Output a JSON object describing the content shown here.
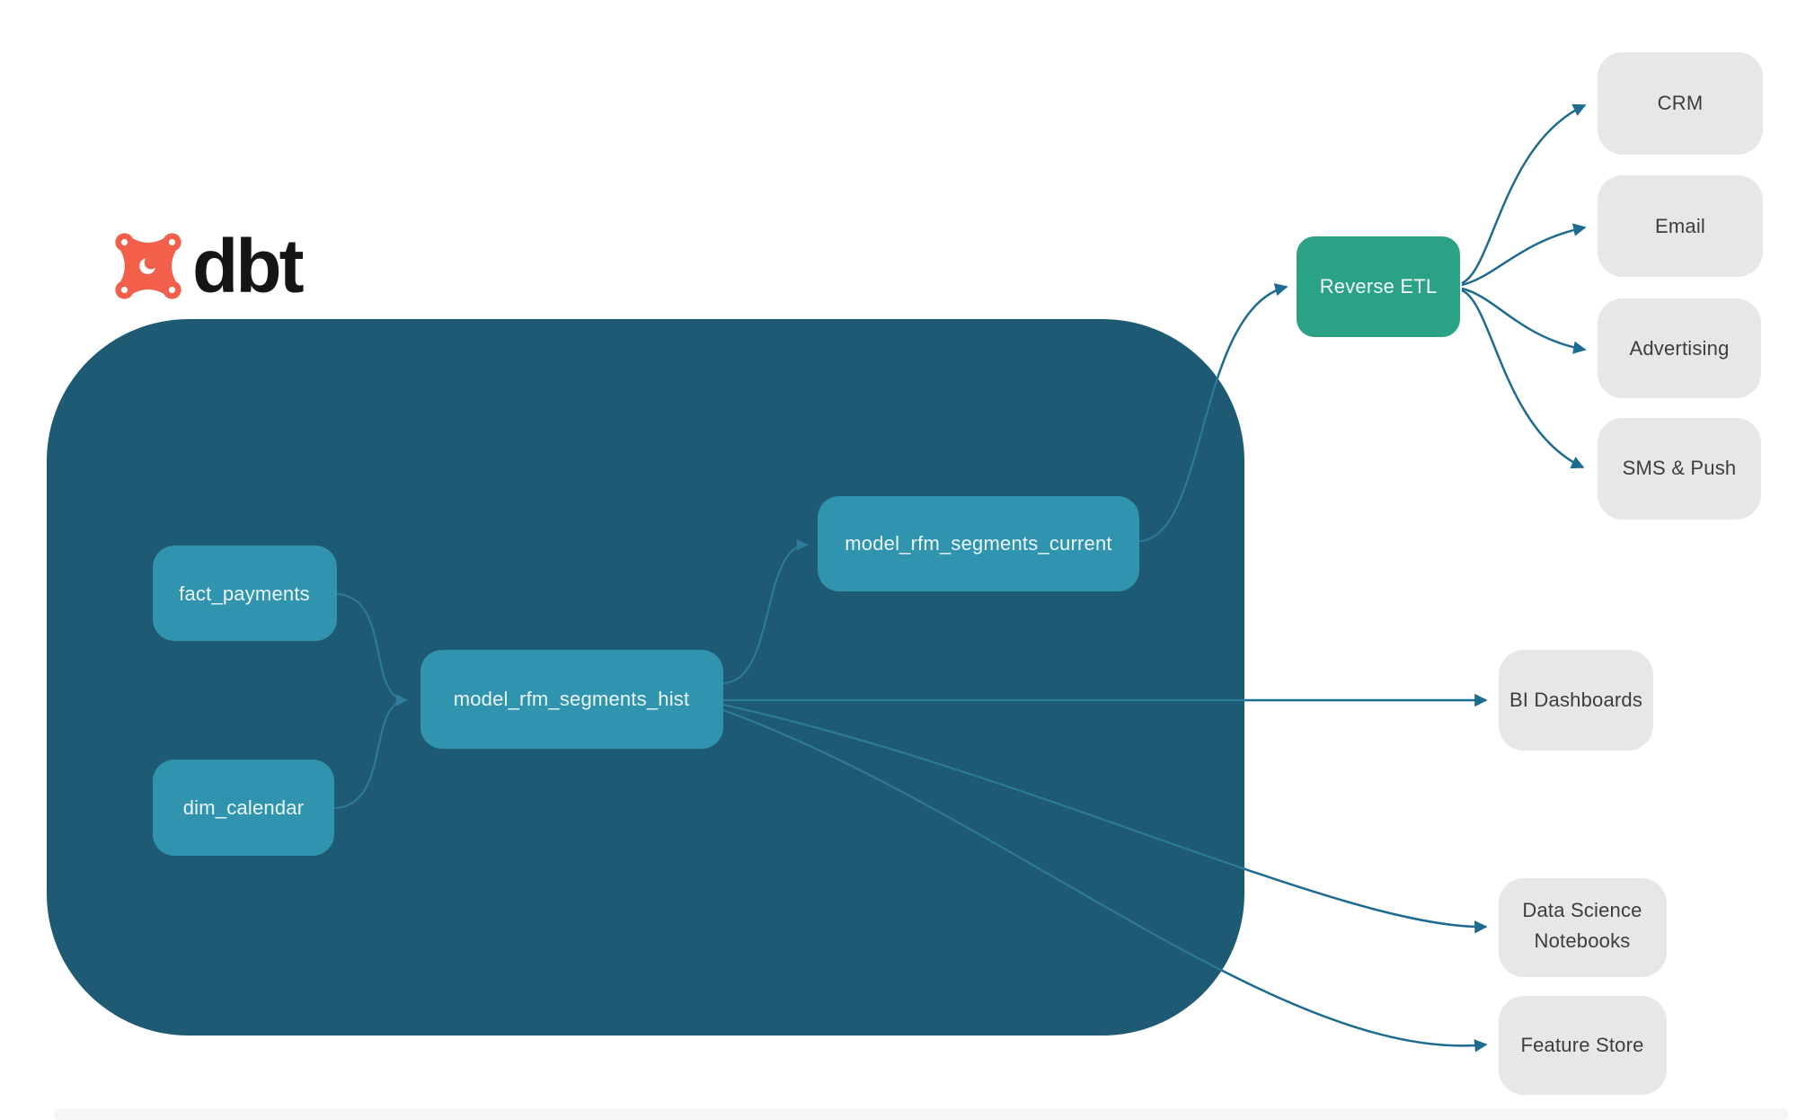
{
  "logo": {
    "text": "dbt"
  },
  "colors": {
    "container": "#1f5a75",
    "node_fill": "#3194ae",
    "node_text": "#eaf6f9",
    "reverse_etl_fill": "#2ba185",
    "reverse_etl_text": "#f2fbf8",
    "destination_fill": "#e7e7e7",
    "destination_text": "#3d3d3d",
    "edge_inside": "#2d7d9a",
    "edge_outside": "#1e6b90",
    "logo_orange": "#f2604c",
    "footer_strip": "#f6f6f6"
  },
  "nodes": {
    "fact_payments": {
      "label": "fact_payments"
    },
    "dim_calendar": {
      "label": "dim_calendar"
    },
    "model_rfm_segments_hist": {
      "label": "model_rfm_segments_hist"
    },
    "model_rfm_segments_current": {
      "label": "model_rfm_segments_current"
    },
    "reverse_etl": {
      "label": "Reverse ETL"
    },
    "crm": {
      "label": "CRM"
    },
    "email": {
      "label": "Email"
    },
    "advertising": {
      "label": "Advertising"
    },
    "sms_push": {
      "label": "SMS & Push"
    },
    "bi_dashboards": {
      "label": "BI Dashboards"
    },
    "data_science_notebooks": {
      "label": "Data Science Notebooks",
      "line1": "Data Science",
      "line2": "Notebooks"
    },
    "feature_store": {
      "label": "Feature Store"
    }
  },
  "edges": [
    {
      "from": "fact_payments",
      "to": "model_rfm_segments_hist"
    },
    {
      "from": "dim_calendar",
      "to": "model_rfm_segments_hist"
    },
    {
      "from": "model_rfm_segments_hist",
      "to": "model_rfm_segments_current"
    },
    {
      "from": "model_rfm_segments_current",
      "to": "reverse_etl"
    },
    {
      "from": "reverse_etl",
      "to": "crm"
    },
    {
      "from": "reverse_etl",
      "to": "email"
    },
    {
      "from": "reverse_etl",
      "to": "advertising"
    },
    {
      "from": "reverse_etl",
      "to": "sms_push"
    },
    {
      "from": "model_rfm_segments_hist",
      "to": "bi_dashboards"
    },
    {
      "from": "model_rfm_segments_hist",
      "to": "data_science_notebooks"
    },
    {
      "from": "model_rfm_segments_hist",
      "to": "feature_store"
    }
  ]
}
